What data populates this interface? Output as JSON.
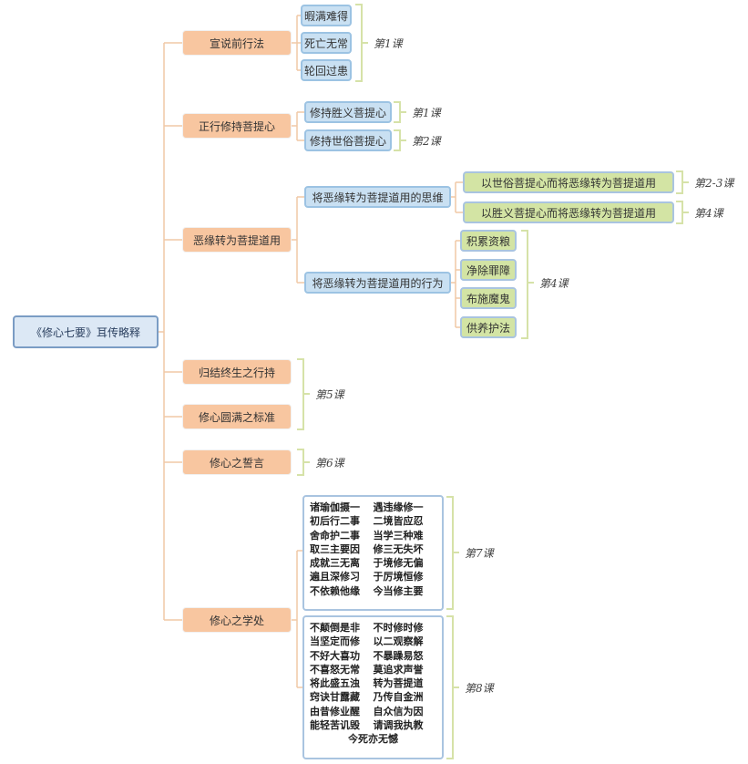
{
  "root": "《修心七要》耳传略释",
  "branches": {
    "b1": "宣说前行法",
    "b2": "正行修持菩提心",
    "b3": "恶缘转为菩提道用",
    "b4": "归结终生之行持",
    "b5": "修心圆满之标准",
    "b6": "修心之誓言",
    "b7": "修心之学处"
  },
  "b1_children": [
    "暇满难得",
    "死亡无常",
    "轮回过患"
  ],
  "b2_children": [
    "修持胜义菩提心",
    "修持世俗菩提心"
  ],
  "b3_sub": {
    "thought": "将恶缘转为菩提道用的思维",
    "action": "将恶缘转为菩提道用的行为"
  },
  "thought_children": [
    "以世俗菩提心而将恶缘转为菩提道用",
    "以胜义菩提心而将恶缘转为菩提道用"
  ],
  "action_children": [
    "积累资粮",
    "净除罪障",
    "布施魔鬼",
    "供养护法"
  ],
  "b7_box1": [
    [
      "诸瑜伽摄一",
      "遇违缘修一"
    ],
    [
      "初后行二事",
      "二境皆应忍"
    ],
    [
      "舍命护二事",
      "当学三种难"
    ],
    [
      "取三主要因",
      "修三无失坏"
    ],
    [
      "成就三无离",
      "于境修无偏"
    ],
    [
      "遍且深修习",
      "于厉境恒修"
    ],
    [
      "不依赖他缘",
      "今当修主要"
    ]
  ],
  "b7_box2": [
    [
      "不颠倒是非",
      "不时修时修"
    ],
    [
      "当坚定而修",
      "以二观察解"
    ],
    [
      "不好大喜功",
      "不暴躁易怒"
    ],
    [
      "不喜怒无常",
      "莫追求声誉"
    ],
    [
      "将此盛五浊",
      "转为菩提道"
    ],
    [
      "窍诀甘露藏",
      "乃传自金洲"
    ],
    [
      "由昔修业醒",
      "自众信为因"
    ],
    [
      "能轻苦讥毁",
      "请调我执教"
    ]
  ],
  "b7_box2_last": "今死亦无憾",
  "lessons": {
    "b1": "第1课",
    "b2_1": "第1课",
    "b2_2": "第2课",
    "t1": "第2-3课",
    "t2": "第4课",
    "action": "第4课",
    "b45": "第5课",
    "b6": "第6课",
    "box1": "第7课",
    "box2": "第8课"
  },
  "colors": {
    "line": "#f0c9a6",
    "bracket": "#d6e2a8",
    "root_border": "#7a9cc4",
    "branch_fill": "#f8c6a0",
    "blue_fill": "#c9e0f2",
    "green_fill": "#d3e4a4"
  }
}
